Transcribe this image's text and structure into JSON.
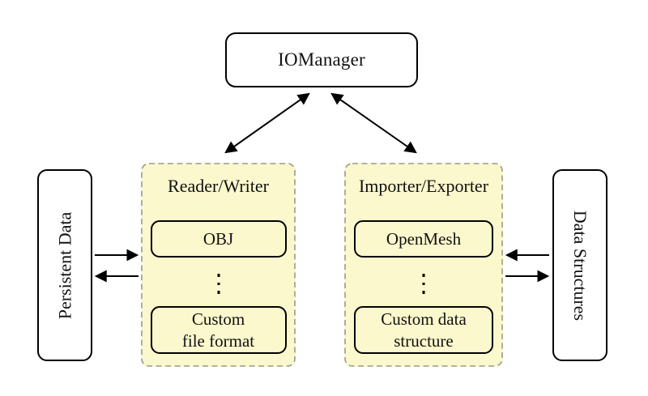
{
  "diagram": {
    "nodes": {
      "iomanager": {
        "label": "IOManager"
      },
      "persistent_data": {
        "label": "Persistent Data"
      },
      "data_structures": {
        "label": "Data Structures"
      },
      "reader_writer": {
        "title": "Reader/Writer",
        "items": [
          "OBJ",
          "Custom\nfile format"
        ],
        "ellipsis": "⋮"
      },
      "importer_exporter": {
        "title": "Importer/Exporter",
        "items": [
          "OpenMesh",
          "Custom data\nstructure"
        ],
        "ellipsis": "⋮"
      }
    },
    "connections": [
      {
        "from": "iomanager",
        "to": "reader_writer",
        "type": "bidirectional"
      },
      {
        "from": "iomanager",
        "to": "importer_exporter",
        "type": "bidirectional"
      },
      {
        "from": "persistent_data",
        "to": "reader_writer",
        "type": "arrow"
      },
      {
        "from": "reader_writer",
        "to": "persistent_data",
        "type": "arrow"
      },
      {
        "from": "data_structures",
        "to": "importer_exporter",
        "type": "arrow"
      },
      {
        "from": "importer_exporter",
        "to": "data_structures",
        "type": "arrow"
      }
    ],
    "colors": {
      "background": "#FFFFFF",
      "group_fill": "#FCF8CD",
      "group_border": "#999999",
      "box_border": "#000000",
      "box_fill": "#FFFFFF",
      "arrow": "#000000"
    }
  }
}
